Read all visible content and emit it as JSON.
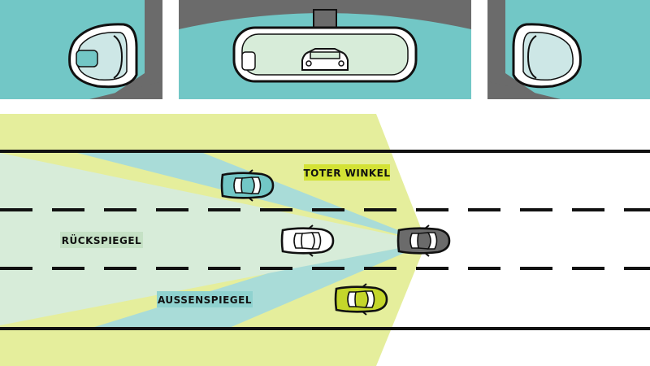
{
  "labels": {
    "blind_spot": "TOTER WINKEL",
    "rear_mirror": "RÜCKSPIEGEL",
    "side_mirror": "AUSSENSPIEGEL"
  },
  "colors": {
    "sky": "#72c7c6",
    "frame": "#6b6b6b",
    "blind_spot_zone": "#e5ee9c",
    "rear_mirror_zone": "#d7ecd9",
    "side_mirror_zone": "#a9dcd8",
    "road_line": "#111111",
    "own_car": "#6b6b6b",
    "car_in_blind_spot": "#c4d62a",
    "blind_spot_badge": "#d3e235",
    "rear_badge": "#c5e1c5",
    "side_badge": "#8fd2cf"
  },
  "icons": [
    "left-side-mirror-icon",
    "rear-view-mirror-icon",
    "right-side-mirror-icon",
    "car-icon"
  ]
}
